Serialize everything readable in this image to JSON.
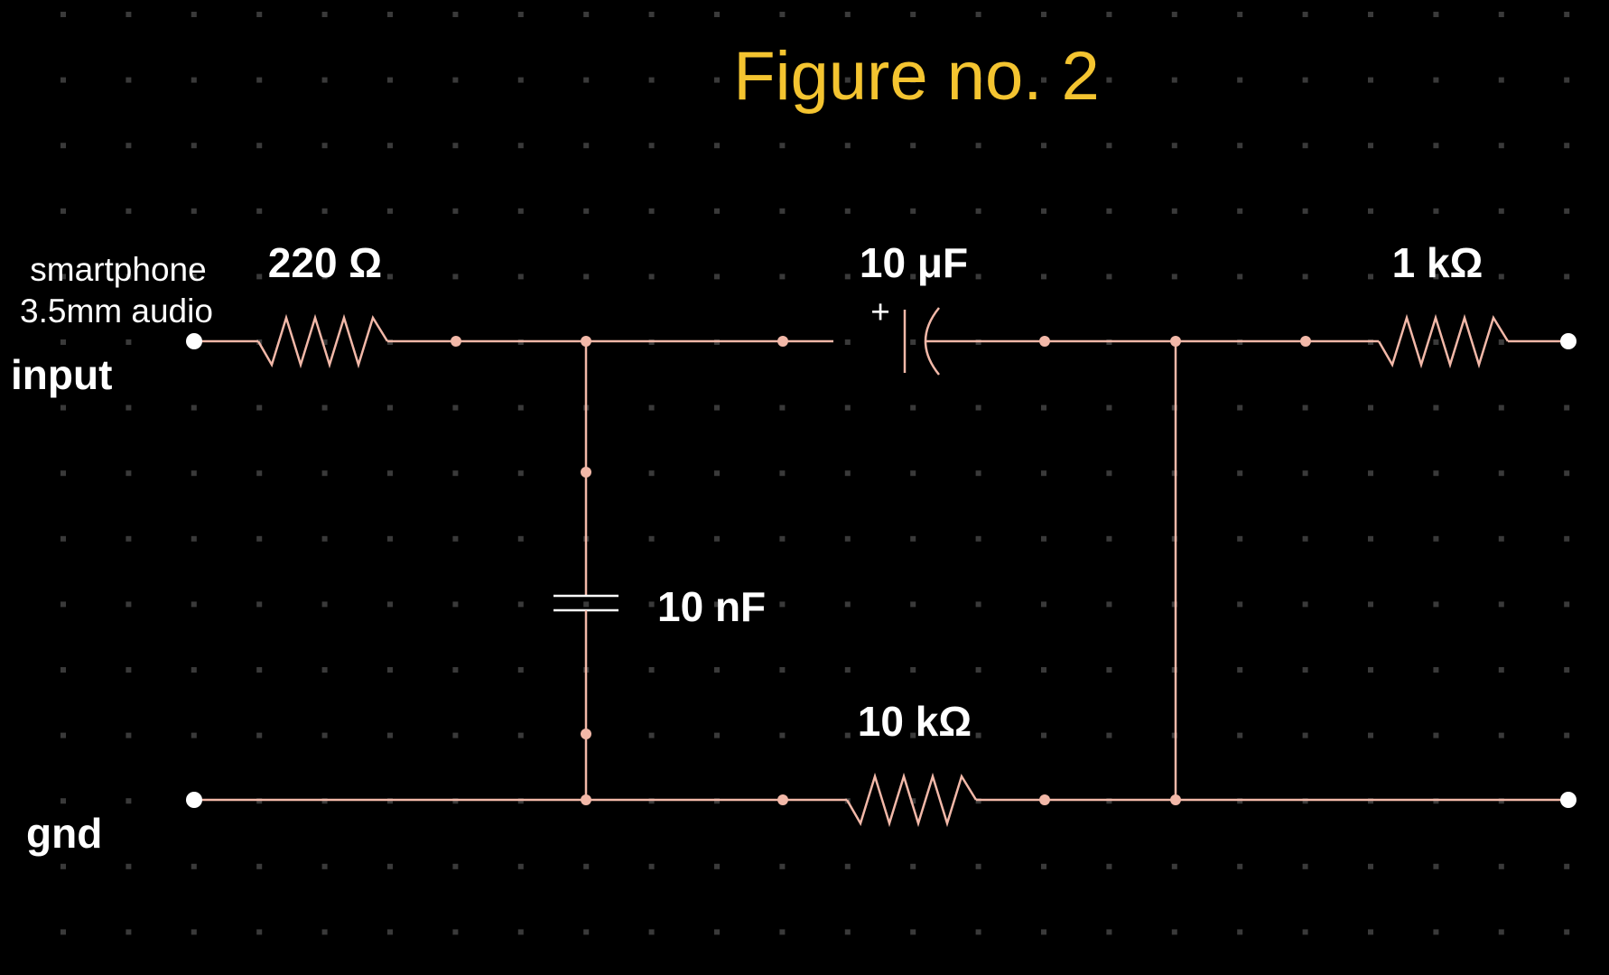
{
  "title": "Figure no. 2",
  "labels": {
    "source_line1": "smartphone",
    "source_line2": "3.5mm audio",
    "input": "input",
    "gnd": "gnd",
    "r1": "220 Ω",
    "c_series": "10 μF",
    "polarity": "+",
    "r_out": "1 kΩ",
    "c_shunt": "10 nF",
    "r_shunt": "10 kΩ"
  },
  "colors": {
    "background": "#000000",
    "title": "#f4c430",
    "wire": "#f2b8a8",
    "text": "#ffffff",
    "grid": "#3a3a3a"
  }
}
